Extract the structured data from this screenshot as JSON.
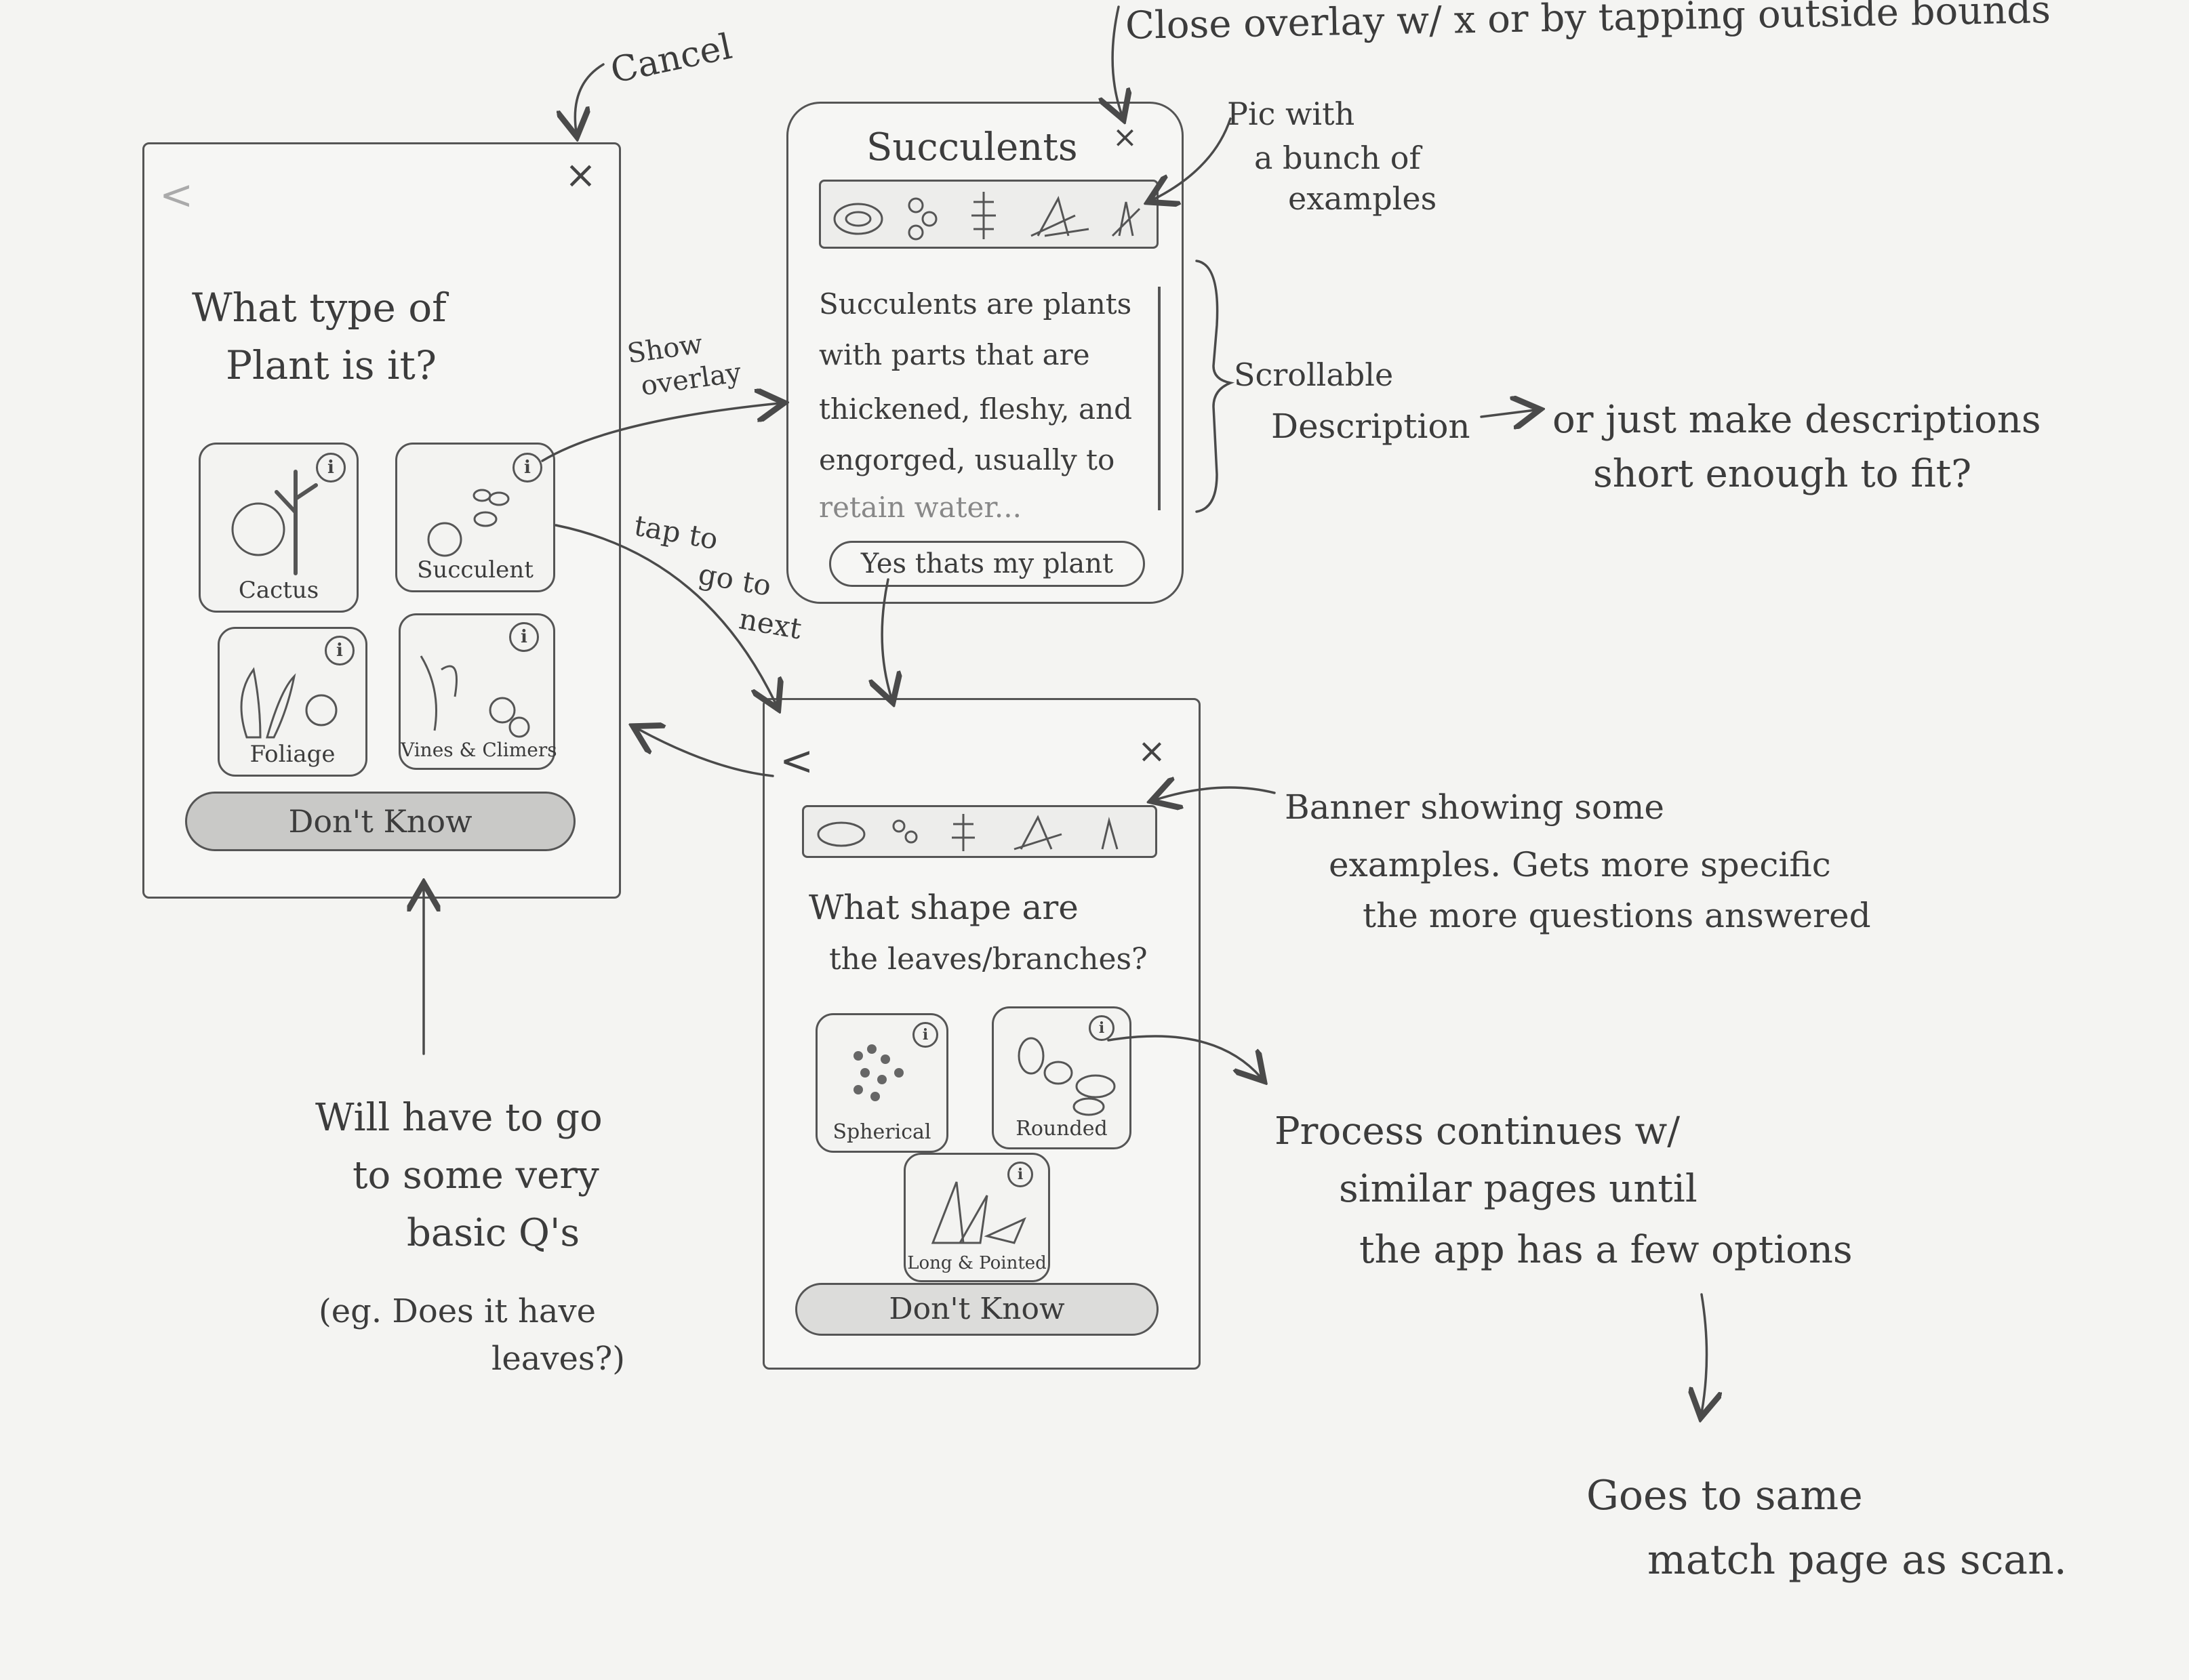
{
  "annotations": {
    "cancel": "Cancel",
    "close_overlay": "Close overlay w/ x or by tapping outside bounds",
    "pic_examples": [
      "Pic with",
      "a bunch of",
      "examples"
    ],
    "show_overlay": [
      "Show",
      "overlay"
    ],
    "scrollable": [
      "Scrollable",
      "Description"
    ],
    "or_short": [
      "or just make descriptions",
      "short enough to fit?"
    ],
    "tap_next": [
      "tap to",
      "go to",
      "next"
    ],
    "banner_note": [
      "Banner showing some",
      "examples. Gets more specific",
      "the more questions answered"
    ],
    "basic_qs": [
      "Will have to go",
      "to some very",
      "basic Q's"
    ],
    "eg_leaves": [
      "(eg. Does it have",
      "leaves?)"
    ],
    "process": [
      "Process continues w/",
      "similar pages until",
      "the app has a few options"
    ],
    "goes_to": [
      "Goes to same",
      "match page as scan."
    ]
  },
  "screen1": {
    "question": [
      "What type of",
      "Plant is it?"
    ],
    "options": [
      {
        "label": "Cactus"
      },
      {
        "label": "Succulent"
      },
      {
        "label": "Foliage"
      },
      {
        "label": "Vines & Climers"
      }
    ],
    "info_glyph": "i",
    "dont_know": "Don't Know",
    "back_glyph": "<",
    "close_glyph": "×"
  },
  "overlay": {
    "title": "Succulents",
    "description": [
      "Succulents are plants",
      "with parts that are",
      "thickened, fleshy, and",
      "engorged, usually to",
      "retain water..."
    ],
    "confirm": "Yes thats my plant",
    "close_glyph": "×"
  },
  "screen2": {
    "question": [
      "What shape are",
      "the leaves/branches?"
    ],
    "options": [
      {
        "label": "Spherical"
      },
      {
        "label": "Rounded"
      },
      {
        "label": "Long & Pointed"
      }
    ],
    "dont_know": "Don't Know",
    "back_glyph": "<",
    "close_glyph": "×"
  }
}
